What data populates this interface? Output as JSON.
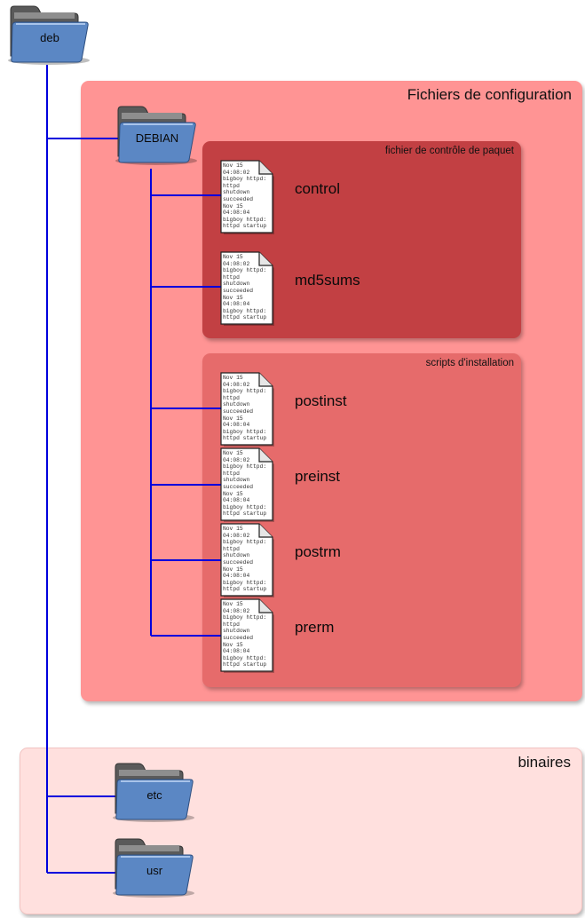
{
  "folders": {
    "root": "deb",
    "debian": "DEBIAN",
    "etc": "etc",
    "usr": "usr"
  },
  "groups": {
    "config": "Fichiers de configuration",
    "control": "fichier de contrôle de paquet",
    "scripts": "scripts d'installation",
    "binaries": "binaires"
  },
  "doc_preview": "Nov 15\n04:08:02\nbigboy httpd:\nhttpd\nshutdown\nsucceeded\nNov 15\n04:08:04\nbigboy httpd:\nhttpd startup",
  "files": [
    "control",
    "md5sums",
    "postinst",
    "preinst",
    "postrm",
    "prerm"
  ],
  "colors": {
    "config_box": "#ff9494",
    "control_box": "#c24043",
    "scripts_box": "#e66b6b",
    "binaries_box": "#ffe0de",
    "tree_line": "#0000dd",
    "folder_front": "#5b87c4",
    "folder_back": "#5a5a5a"
  }
}
